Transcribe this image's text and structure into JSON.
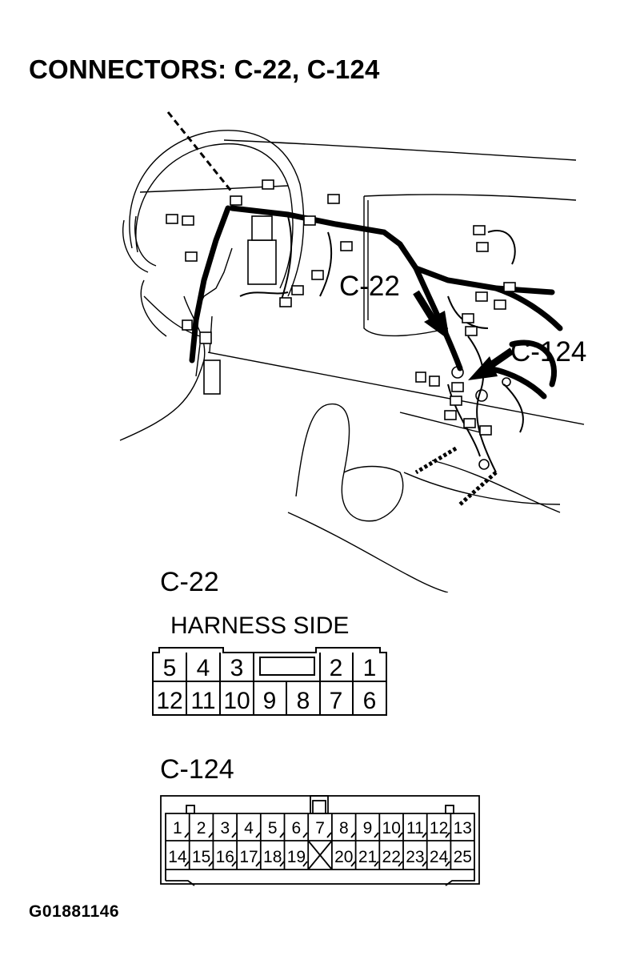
{
  "title": "CONNECTORS: C-22, C-124",
  "callouts": {
    "c22": "C-22",
    "c124": "C-124"
  },
  "connector_c22": {
    "name": "C-22",
    "side_label": "HARNESS SIDE",
    "top_row": [
      "5",
      "4",
      "3",
      "",
      "2",
      "1"
    ],
    "bottom_row": [
      "12",
      "11",
      "10",
      "9",
      "8",
      "7",
      "6"
    ]
  },
  "connector_c124": {
    "name": "C-124",
    "top_row": [
      "1",
      "2",
      "3",
      "4",
      "5",
      "6",
      "7",
      "8",
      "9",
      "10",
      "11",
      "12",
      "13"
    ],
    "bottom_row": [
      "14",
      "15",
      "16",
      "17",
      "18",
      "19",
      "",
      "20",
      "21",
      "22",
      "23",
      "24",
      "25"
    ]
  },
  "figure_id": "G01881146"
}
